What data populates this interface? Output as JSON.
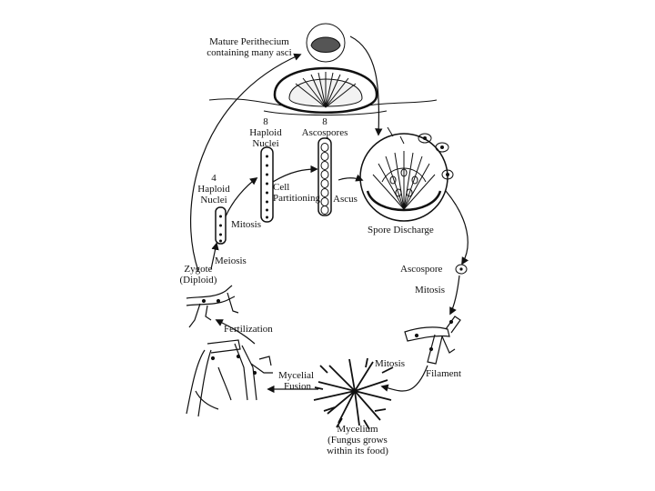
{
  "labels": {
    "perithecium": [
      "Mature Perithecium",
      "containing many asci"
    ],
    "haploid8": [
      "8",
      "Haploid",
      "Nuclei"
    ],
    "ascospores": [
      "8",
      "Ascospores"
    ],
    "haploid4": [
      "4",
      "Haploid",
      "Nuclei"
    ],
    "cell_partitioning": [
      "Cell",
      "Partitioning"
    ],
    "ascus": "Ascus",
    "mitosis_top": "Mitosis",
    "spore_discharge": "Spore Discharge",
    "meiosis": "Meiosis",
    "zygote": [
      "Zygote",
      "(Diploid)"
    ],
    "ascospore": "Ascospore",
    "mitosis_right": "Mitosis",
    "fertilization": "Fertilization",
    "filament": "Filament",
    "mitosis_bottom": "Mitosis",
    "mycelial_fusion": [
      "Mycelial",
      "Fusion"
    ],
    "mycelium": [
      "Mycelium",
      "(Fungus grows",
      "within its food)"
    ]
  },
  "colors": {
    "ink": "#111111",
    "paper": "#ffffff"
  }
}
